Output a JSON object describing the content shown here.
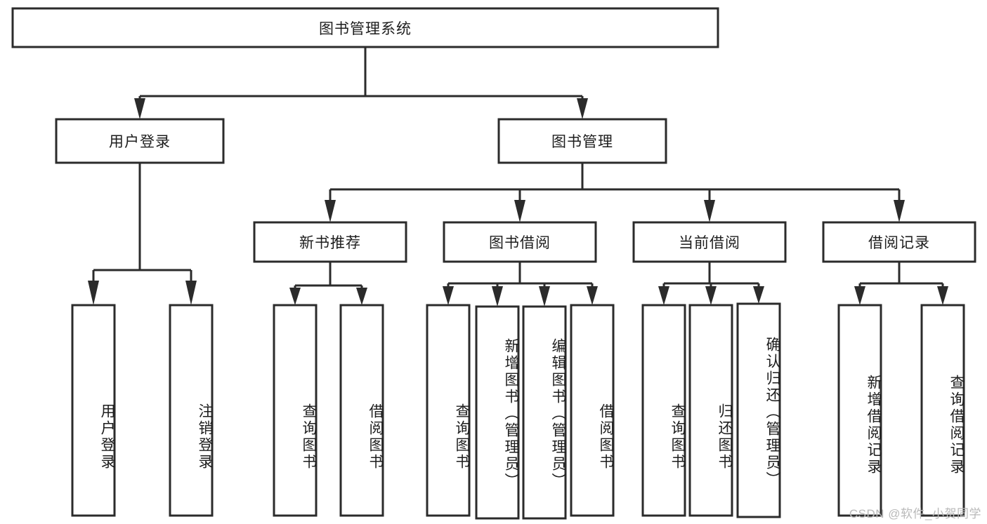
{
  "diagram": {
    "type": "tree",
    "title": "图书管理系统",
    "watermark": "CSDN @软件_小贺同学",
    "colors": {
      "box_stroke": "#2b2b2b",
      "box_fill": "#ffffff",
      "text": "#1d1d1d",
      "connector": "#2b2b2b",
      "watermark": "#b9b9b9",
      "background": "#ffffff"
    },
    "nodes": {
      "root": {
        "label": "图书管理系统"
      },
      "level2": [
        {
          "label": "用户登录"
        },
        {
          "label": "图书管理"
        }
      ],
      "level3": [
        {
          "label": "新书推荐"
        },
        {
          "label": "图书借阅"
        },
        {
          "label": "当前借阅"
        },
        {
          "label": "借阅记录"
        }
      ],
      "leaves_user_login": [
        {
          "label": "用户登录"
        },
        {
          "label": "注销登录"
        }
      ],
      "leaves_new_book": [
        {
          "label": "查询图书"
        },
        {
          "label": "借阅图书"
        }
      ],
      "leaves_borrow": [
        {
          "label": "查询图书"
        },
        {
          "label": "新增图书（管理员）"
        },
        {
          "label": "编辑图书（管理员）"
        },
        {
          "label": "借阅图书"
        }
      ],
      "leaves_current": [
        {
          "label": "查询图书"
        },
        {
          "label": "归还图书"
        },
        {
          "label": "确认归还（管理员）"
        }
      ],
      "leaves_records": [
        {
          "label": "新增借阅记录"
        },
        {
          "label": "查询借阅记录"
        }
      ]
    }
  }
}
